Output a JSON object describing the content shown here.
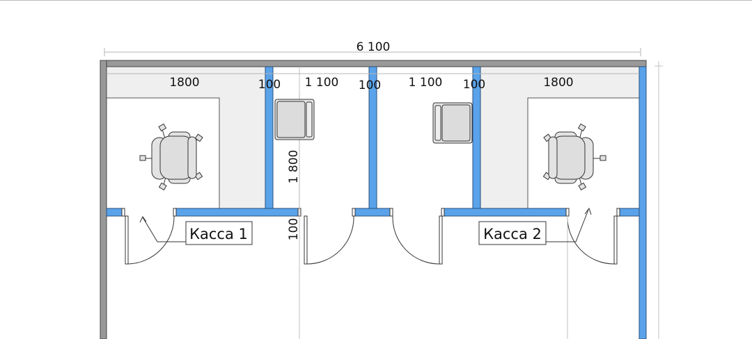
{
  "dimensions": {
    "overall_width": "6 100",
    "left_desk_width": "1800",
    "wall_left": "100",
    "left_aisle_width": "1 100",
    "wall_center": "100",
    "right_aisle_width": "1 100",
    "wall_right": "100",
    "right_desk_width": "1800",
    "partition_length": "1 800",
    "front_wall": "100"
  },
  "labels": {
    "cashier_1": "Касса 1",
    "cashier_2": "Касса 2"
  },
  "colors": {
    "partition": "#5aa3ea",
    "outer_wall": "#999999",
    "desk": "#efefef",
    "dimension_line": "#b5b5b5",
    "chair": "#e3e3e3"
  }
}
